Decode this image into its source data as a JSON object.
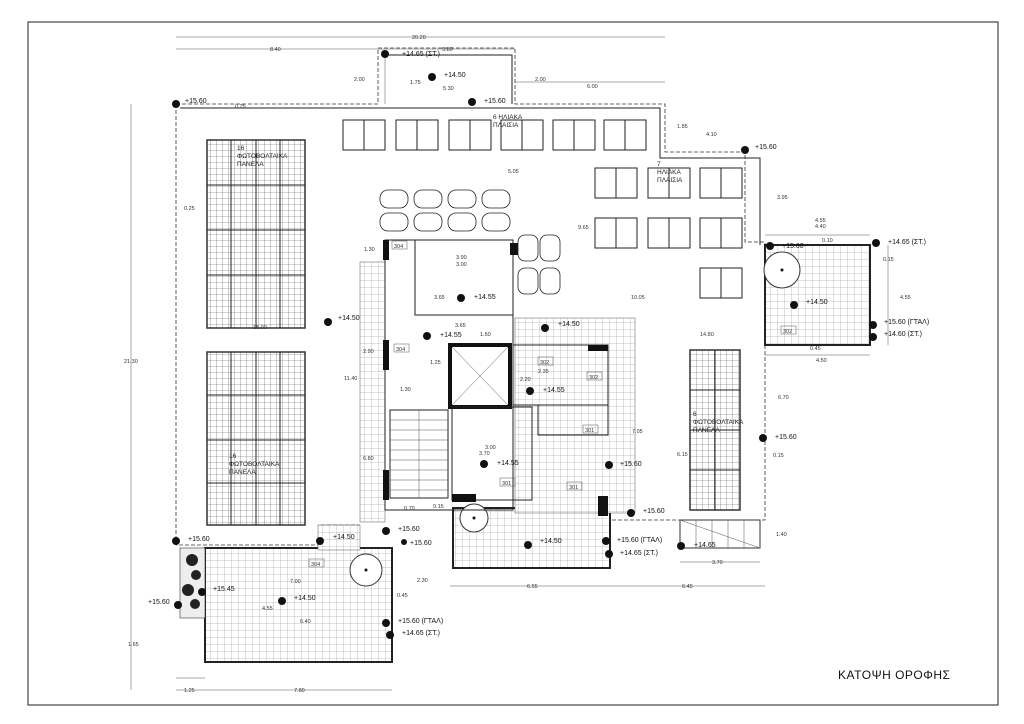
{
  "title": "ΚΑΤΟΨΗ ΟΡΟΦΗΣ",
  "labels": {
    "solar_collectors_top": [
      "6 ΗΛΙΑΚΑ",
      "ΠΛΑΙΣΙΑ"
    ],
    "solar_collectors_right": [
      "7",
      "ΗΛΙΑΚΑ",
      "ΠΛΑΙΣΙΑ"
    ],
    "pv_top_left": [
      "16",
      "ΦΩΤΟΒΟΛΤΑΙΚΑ",
      "ΠΑΝΕΛΑ"
    ],
    "pv_bottom_left": [
      "16",
      "ΦΩΤΟΒΟΛΤΑΙΚΑ",
      "ΠΑΝΕΛΑ"
    ],
    "pv_right": [
      "6",
      "ΦΩΤΟΒΟΛΤΑΙΚΑ",
      "ΠΑΝΕΛΑ"
    ]
  },
  "rooms": [
    "304",
    "304",
    "302",
    "302",
    "302",
    "301",
    "301",
    "301",
    "304"
  ],
  "levels": [
    "+15.60",
    "+14.65 (ΣΤ.)",
    "+14.50",
    "+15.60",
    "+15.60",
    "+14.65 (ΣΤ.)",
    "+15.60",
    "+14.50",
    "+15.60 (ΓΤΑΛ)",
    "+14.60 (ΣΤ.)",
    "+14.50",
    "+14.55",
    "+14.55",
    "+14.50",
    "+14.55",
    "+14.55",
    "+15.60",
    "+15.60",
    "+15.60",
    "+15.60",
    "+14.65",
    "+14.50",
    "+15.60 (ΓΤΑΛ)",
    "+14.65 (ΣΤ.)",
    "+15.60",
    "+14.50",
    "+15.60",
    "+15.45",
    "+14.50",
    "+15.60 (ΓΤΑΛ)",
    "+14.65 (ΣΤ.)",
    "+15.60"
  ],
  "dims": [
    "20.20",
    "8.40",
    "5.80",
    "2.00",
    "1.75",
    "5.30",
    "2.00",
    "6.00",
    "0.25",
    "1.85",
    "4.10",
    "5.05",
    "0.25",
    "3.95",
    "4.55",
    "4.40",
    "0.10",
    "0.15",
    "4.55",
    "4.50",
    "0.45",
    "9.65",
    "10.05",
    "14.80",
    "18.00",
    "21.30",
    "11.40",
    "6.70",
    "0.15",
    "1.40",
    "3.70",
    "6.55",
    "6.45",
    "1.65",
    "1.25",
    "7.80",
    "1.30",
    "3.90",
    "3.00",
    "3.65",
    "3.65",
    "1.50",
    "1.25",
    "2.20",
    "2.35",
    "3.00",
    "3.70",
    "7.05",
    "6.15",
    "2.30",
    "0.45",
    "7.00",
    "4.55",
    "6.40",
    "0.70",
    "0.15",
    "1.30",
    "2.90",
    "6.80"
  ]
}
